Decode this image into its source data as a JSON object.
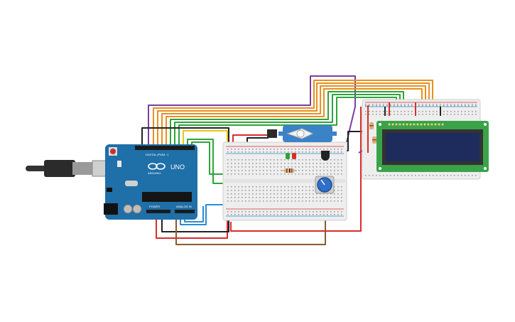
{
  "arduino": {
    "brand": "ARDUINO",
    "model": "UNO",
    "header_digital": "DIGITAL (PWM ~)",
    "header_power": "POWER",
    "header_analog": "ANALOG IN",
    "board_color": "#1f6fa8",
    "icon": "arduino-infinity-icon"
  },
  "lcd": {
    "model": "16x2 LCD",
    "pcb_color": "#3aa34a",
    "screen_color": "#1d2c5c"
  },
  "servo": {
    "body_color": "#3c82c7",
    "icon": "servo-horn-icon"
  },
  "usb_cable": {
    "color": "#333333"
  },
  "breadboards": [
    "main-breadboard",
    "lcd-breadboard"
  ],
  "wire_colors": {
    "red": "#d92c2c",
    "black": "#222222",
    "orange": "#e8901f",
    "purple": "#7b3fa0",
    "green": "#2ea43a",
    "yellow": "#e6c619",
    "blue": "#2a8ed6",
    "brown": "#8b5a2b"
  },
  "leds": [
    {
      "color": "#2ea43a"
    },
    {
      "color": "#d92c2c"
    }
  ],
  "potentiometer": {
    "knob_color": "#2f6fc6"
  }
}
